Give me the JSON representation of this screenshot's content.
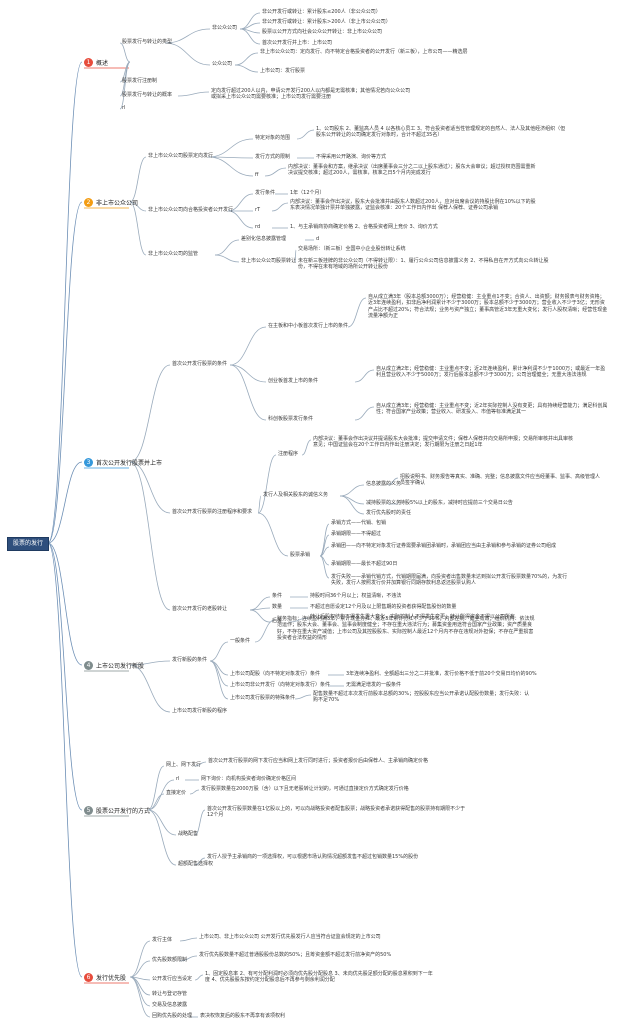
{
  "root": "股票的发行",
  "sections": [
    {
      "num": "1",
      "label": "概述",
      "color": "#e74c3c"
    },
    {
      "num": "2",
      "label": "非上市公众公司",
      "color": "#f39c12"
    },
    {
      "num": "3",
      "label": "首次公开发行股票并上市",
      "color": "#3498db"
    },
    {
      "num": "4",
      "label": "上市公司发行新股",
      "color": "#7f8c8d"
    },
    {
      "num": "5",
      "label": "股票公开发行的方式",
      "color": "#7f8c8d"
    },
    {
      "num": "6",
      "label": "发行优先股",
      "color": "#e74c3c"
    }
  ],
  "nodes": {
    "s1_a": "股票发行与转让的类型",
    "s1_a1": "非公众公司",
    "s1_a1_1": "非公开发行或转让：累计股东≤200人（非公众公司）",
    "s1_a1_2": "非公开发行或转让：累计股东>200人（非上市公众公司）",
    "s1_a1_3": "股票以公开方式向社会公众公开转让：非上市公众公司",
    "s1_a1_4": "首次公开发行并上市：上市公司",
    "s1_a2": "公众公司",
    "s1_a2_1": "非上市公众公司：定向发行、向不特定合格投资者的公开发行（新三板），上市公司——精选层",
    "s1_a2_2": "上市公司：发行股票",
    "s1_b": "股票发行注册制",
    "s1_c": "股票发行与转让的概率",
    "s1_c1": "定向发行超过200人以内，申请公开发行200人以内都是无需核准；其他情况若向公众公司或拟采上市公众公司需要核准；上市公司发行需要注册",
    "s1_d": "rl",
    "s2_a": "非上市公众公司股票定向发行",
    "s2_a1": "特定对象的范围",
    "s2_a1_t": "1、公司股东 2、董监高人员 4 以各核心员工 3、符合投资者适当性管理规定的自然人、法人及其他经济组织（但股东公开转让的公司确定发行对象时，合计不超过35名）",
    "s2_a2": "发行方式的限制",
    "s2_a2_t": "不得采用公开路演、询价等方式",
    "s2_a3": "ff",
    "s2_a3_t": "内部决议：董事会和方案，继承决议（出席董事会三分之二以上股东通过）；股东大会审议；超过授权范围需重新决议提交核准；超过200人，需核准，核准之日5个月内完成发行",
    "s2_b": "非上市公众公司向合格投资者公开发行",
    "s2_b1": "发行条件",
    "s2_b1_t": "1年（12个月）",
    "s2_b2": "rT",
    "s2_b2_t": "内部决议：董事会作出决议，股东大会批准并由股东人数超过200人，应对出席会议的持股比例在10%以下的股东表决情况单独计票并单独披露，证监会核准：20个工作日内作出 保荐人保荐、证券公司承销",
    "s2_b3": "rd",
    "s2_b3_t": "1、与主承销商协商确定价格 2、合格投资者网上竞价 3、询价方式",
    "s2_c": "非上市公众公司的监管",
    "s2_c1": "差别化信息披露管理",
    "s2_c1_t": "d",
    "s2_c2": "非上市公众公司股票转让",
    "s2_c2_1": "交易场所：（新三板）全国中小企业股份转让系统",
    "s2_c2_2": "未在新三板挂牌的非公众公司（不得转让限）：1、履行公众公司信息披露义务 2、不得私自在开方式向公众转让股份，不得在未有地域的场所公开转让股份",
    "s3_a": "首次公开发行股票的条件",
    "s3_a1": "在主板和中小板首次发行上市的条件",
    "s3_a1_t": "自从成立满3年（股本总额3000万）；经营稳健：主业重点1不变；合资人、出资额；财务报表与财务资格；近3年连续盈利，扣非后净利润累计不少于3000万；股本总额不少于3000万；营业收入不少于3亿；无形资产占比不超过20%；符合法规；业务与资产独立；董事高管近3年无重大变化；发行人股权清晰；经营性现金流量净额为正",
    "s3_a2": "创业板首发上市的条件",
    "s3_a2_t": "自从成立满2年；经营稳健：主业重点不变；近2年连续盈利，累计净利润不少于1000万；或最近一年盈利且营业收入不少于5000万；发行后股本总额不少于3000万；公司治理健全；无重大违法违规",
    "s3_a3": "科创板股票发行条件",
    "s3_a3_t": "自从成立满3年；经营稳健：主业重点不变；近2年实际控制人没有变更；具有持续经营能力；满足科创属性；符合国家产业政策；营业收入、研发投入、市值等标准满足其一",
    "s3_b": "首次公开发行股票的注册程序和要求",
    "s3_b1": "注册程序",
    "s3_b1_t": "内部决议：董事会作出决议并提请股东大会批准；提交申请文件；保荐人保荐并向交易所申报；交易所审核并出具审核意见；中国证监会在20个工作日内作出注册决定；发行期限为注册之日起1年",
    "s3_b2": "发行人及相关股东的诚信义务",
    "s3_b2_1": "信息披露的义务",
    "s3_b2_1t": "招股说明书、财务报告等真实、准确、完整；信息披露文件应当经董事、监事、高级管理人员签字确认",
    "s3_b2_2": "减持股票的义务",
    "s3_b2_2t": "持股5%以上的股东，减持时应提前三个交易日公告",
    "s3_b2_3": "发行优先股时的责任",
    "s3_b3": "股票承销",
    "s3_b3_1": "承销方式——代销、包销",
    "s3_b3_2": "承销期限——不得超过",
    "s3_b3_3": "承销团——向不特定对象发行证券需要承销团承销时，承销团应当由主承销和参与承销的证券公司组成",
    "s3_b3_4": "承销期限——最长不超过90日",
    "s3_b3_5": "发行失败——承销代销方式，代销期限届满，向投资者出售数量未达到拟公开发行股票数量70%的，为发行失败，发行人按照发行价并加算银行同期存款利息返还股票认购人",
    "s3_c": "首次公开发行的老股转让",
    "s3_c1": "条件",
    "s3_c1_t": "持股时间36个月以上；权益清晰，不违法",
    "s3_c2": "数量",
    "s3_c2_t": "不超过自愿设定12个月及以上限售期的投资者获得配售股份的数量",
    "s3_c3": "后果",
    "s3_c3_t": "转让后股权结构不得发生重大变化，实际控制人不得发生变更；转让所得资金不得以公司所有",
    "s4_a": "发行新股的条件",
    "s4_a1": "一般条件",
    "s4_a1_t": "财务指标：连续盈利满3年，累计现金分红、最近3年累计分红不少于30%；内部控制：健全有效；组织机构：依法规范运作；股东大会、董事会、监事会制度健全；不存在重大违法行为；募集资金用途符合国家产业政策；资产质量良好，不存在重大资产减值；上市公司及其控股股东、实际控制人最近12个月内不存在违规对外担保；不存在严重损害投资者合法权益的情形",
    "s4_a2": "上市公司配股（向不特定对象发行）条件",
    "s4_a2_t": "3年连续净盈利、全额超出三分之二并批准，发行价格不低于前20个交易日均价的90%",
    "s4_a3": "上市公司非公开发行（向特定对象发行）条件",
    "s4_a3_t": "无需满足增发的一般条件",
    "s4_a4": "上市公司发行股票的特殊条件",
    "s4_a4_t": "配售数量不超过本次发行前股本总额的30%；控股股东应当公开承诺认配股份数量；发行失败：认购不足70%",
    "s4_b": "上市公司发行新股的程序",
    "s5_a": "网上、网下发行",
    "s5_a1": "首次公开发行股票的网下发行应当和网上发行同时进行；投资者报价后由保荐人、主承销商确定价格",
    "s5_b": "rl",
    "s5_b_t": "网下询价：向机构投资者询价确定价格区间",
    "s5_c": "直接定价",
    "s5_c_t": "发行股票数量在2000万股（含）以下且无老股转让计划的，可通过直接定价方式确定发行价格",
    "s5_d": "战略配售",
    "s5_d_t": "首次公开发行股票数量在1亿股以上的，可以向战略投资者配售股票；战略投资者承诺获得配售的股票持有期限不少于12个月",
    "s5_e": "超额配售选择权",
    "s5_e_t": "发行人授予主承销商的一项选择权，可以根据市场认购情况超额发售不超过包销数量15%的股份",
    "s6_a": "发行主体",
    "s6_a_t": "上市公司、非上市公众公司 公开发行优先股发行人应当符合证监会规定的上市公司",
    "s6_b": "优先股数额限制",
    "s6_b_t": "发行优先股数量不超过普通股股份总数的50%；且筹资金额不超过发行前净资产的50%",
    "s6_c": "公开发行应当设定",
    "s6_c_t": "1、固定股息率 2、有可分配利润时必须向优先股分配股息 3、未向优先股足额分配的股息累积到下一年度 4、优先股股东按约定分配股息后不再参与剩余利润分配",
    "s6_d": "转让与登记存管",
    "s6_e": "交易及信息披露",
    "s6_f": "回购优先股的处理",
    "s6_f_t": "表决权恢复后的股东不再享有该项权利"
  }
}
